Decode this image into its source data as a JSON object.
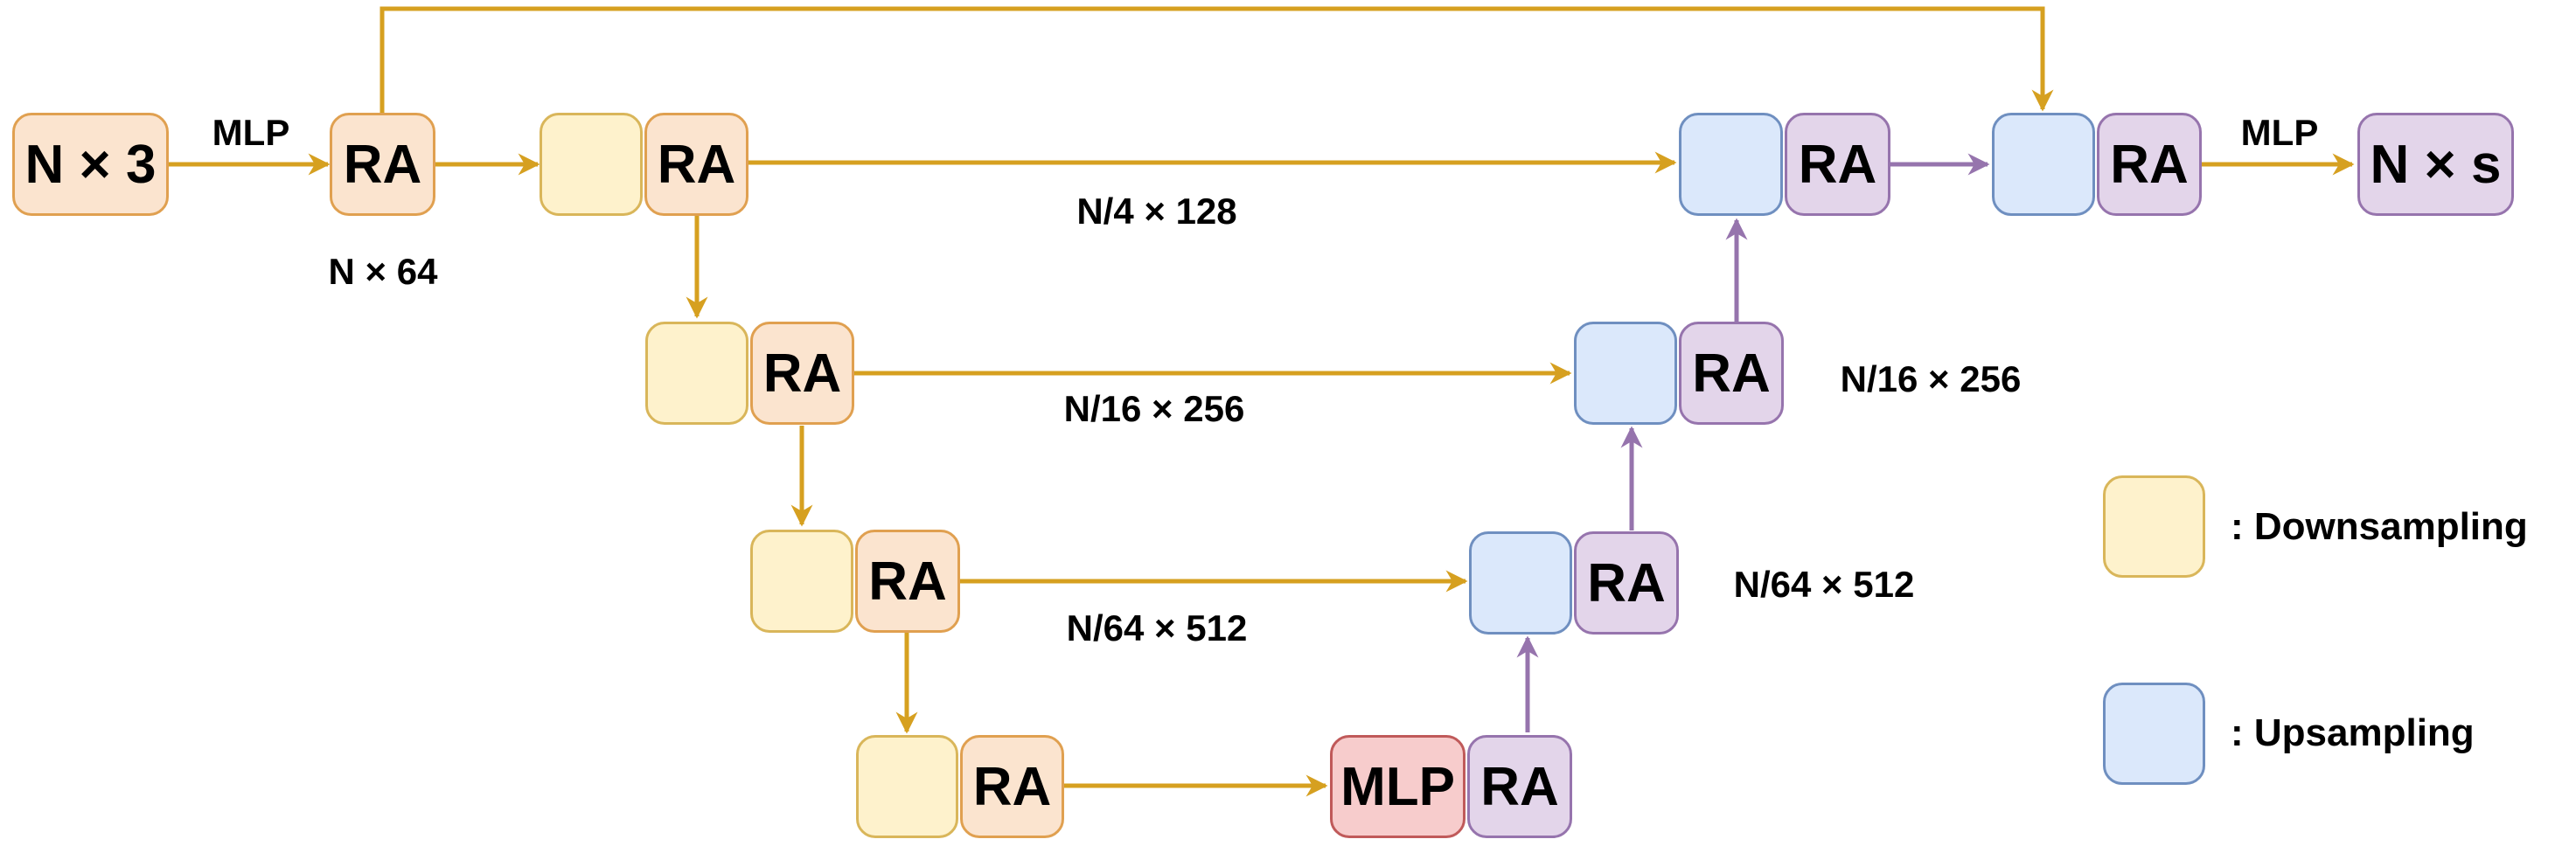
{
  "colors": {
    "orange_arrow": "#d6a020",
    "purple_arrow": "#9674ad",
    "downsampling_fill": "#fef2cc",
    "upsampling_fill": "#dbe8fb",
    "ra_encoder_fill": "#fbe4cf",
    "ra_decoder_fill": "#e3d5ea",
    "mlp_fill": "#f7cccc"
  },
  "input": {
    "label": "N × 3"
  },
  "output": {
    "label": "N × s"
  },
  "blocks": {
    "ra": "RA",
    "mlp": "MLP"
  },
  "edge_labels": {
    "input_mlp": "MLP",
    "output_mlp": "MLP",
    "level1": "N × 64",
    "level2": "N/4 × 128",
    "level3_skip": "N/16 × 256",
    "level3_up": "N/16 × 256",
    "level4_skip": "N/64 × 512",
    "level4_up": "N/64 × 512"
  },
  "legend": {
    "downsampling": ": Downsampling",
    "upsampling": ": Upsampling"
  }
}
